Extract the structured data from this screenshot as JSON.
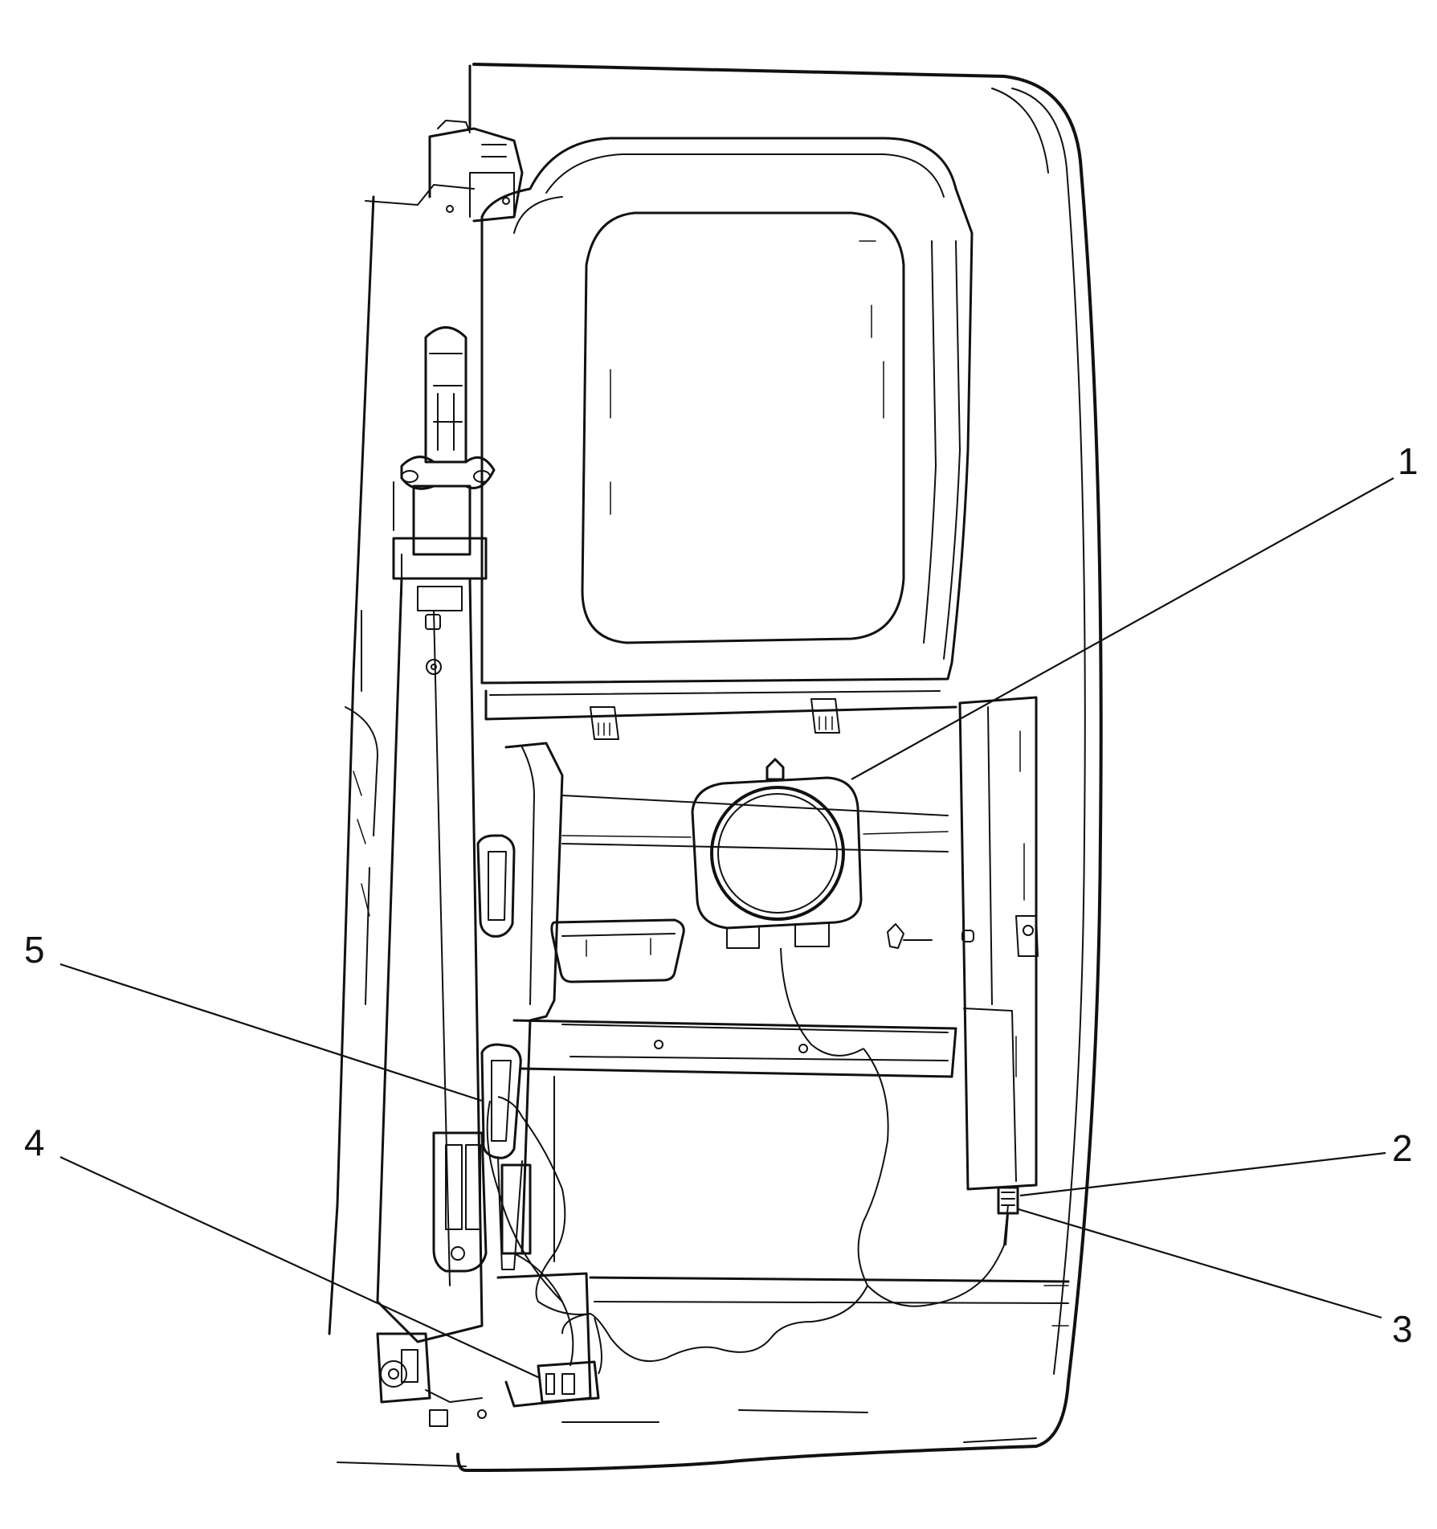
{
  "callouts": [
    {
      "id": 1,
      "label": "1"
    },
    {
      "id": 2,
      "label": "2"
    },
    {
      "id": 3,
      "label": "3"
    },
    {
      "id": 4,
      "label": "4"
    },
    {
      "id": 5,
      "label": "5"
    }
  ],
  "colors": {
    "ink": "#111111",
    "paper": "#ffffff"
  }
}
